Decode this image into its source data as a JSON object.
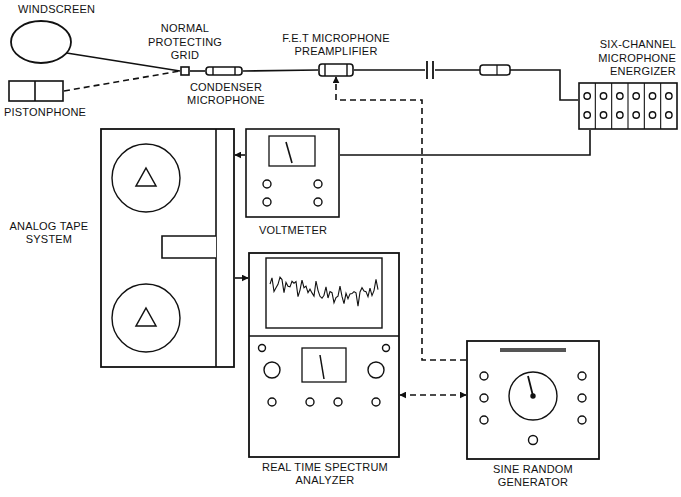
{
  "diagram": {
    "nodes": [
      {
        "text": [
          "WINDSCREEN"
        ]
      },
      {
        "text": [
          "PISTONPHONE"
        ]
      },
      {
        "text": [
          "NORMAL PROTECTING GRID"
        ]
      },
      {
        "text": [
          "CONDENSER MICROPHONE"
        ]
      },
      {
        "text": [
          "F.E.T MICROPHONE PREAMPLIFIER"
        ]
      },
      {
        "text": [
          "SIX-CHANNEL MICROPHONE ENERGIZER"
        ]
      },
      {
        "text": [
          "VOLTMETER"
        ]
      },
      {
        "text": [
          "ANALOG TAPE SYSTEM"
        ]
      },
      {
        "text": [
          "REAL TIME SPECTRUM ANALYZER"
        ]
      },
      {
        "text": [
          "SINE RANDOM GENERATOR"
        ]
      }
    ],
    "edges": [
      {
        "from": 0,
        "to": 2,
        "arrow": "none"
      },
      {
        "from": 1,
        "to": 2,
        "arrow": "none"
      },
      {
        "from": 2,
        "to": 3,
        "arrow": "none"
      },
      {
        "from": 3,
        "to": 4,
        "arrow": "none"
      },
      {
        "from": 4,
        "to": 5,
        "arrow": "none"
      },
      {
        "from": 5,
        "to": 6,
        "arrow": "none"
      },
      {
        "from": 6,
        "to": 7,
        "arrow": "to"
      },
      {
        "from": 7,
        "to": 8,
        "arrow": "to"
      },
      {
        "from": 8,
        "to": 9,
        "arrow": "both"
      },
      {
        "from": 9,
        "to": 4,
        "arrow": "to"
      }
    ]
  }
}
